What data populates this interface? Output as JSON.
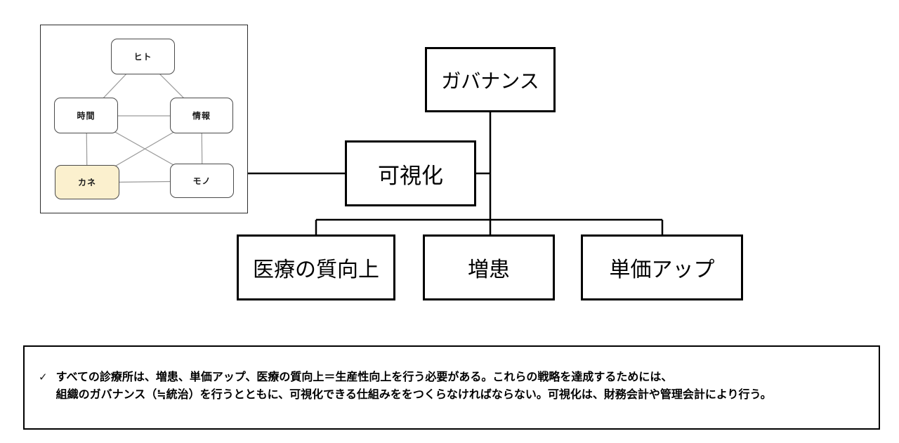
{
  "resource_diagram": {
    "nodes": [
      {
        "key": "hito",
        "label": "ヒト"
      },
      {
        "key": "jikan",
        "label": "時間"
      },
      {
        "key": "joho",
        "label": "情報"
      },
      {
        "key": "kane",
        "label": "カネ",
        "highlighted": true
      },
      {
        "key": "mono",
        "label": "モノ"
      }
    ],
    "highlight_fill": "#FBF0CE"
  },
  "org_chart": {
    "top": "ガバナンス",
    "middle": "可視化",
    "children": [
      "医療の質向上",
      "増患",
      "単価アップ"
    ]
  },
  "note": {
    "check": "✓",
    "lines": [
      "すべての診療所は、増患、単価アップ、医療の質向上＝生産性向上を行う必要がある。これらの戦略を達成するためには、",
      "組織のガバナンス（≒統治）を行うとともに、可視化できる仕組みををつくらなければならない。可視化は、財務会計や管理会計により行う。"
    ]
  },
  "colors": {
    "org_border": "#000000",
    "small_border": "#4a4a4a",
    "gray_line": "#9a9a9a",
    "highlight_fill": "#FBF0CE"
  }
}
